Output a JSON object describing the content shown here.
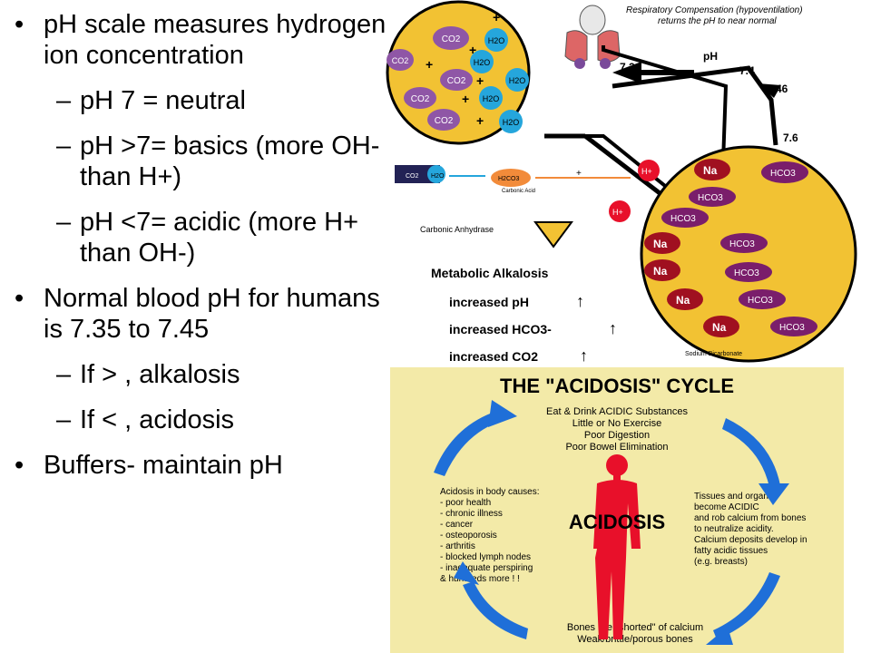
{
  "bullets": {
    "b1": "pH scale measures hydrogen ion concentration",
    "s1": "pH 7 = neutral",
    "s2": "pH >7= basics (more OH- than H+)",
    "s3": "pH <7= acidic (more H+ than OH-)",
    "b2": "Normal blood pH for humans is 7.35 to 7.45",
    "s4": "If > , alkalosis",
    "s5": "If < , acidosis",
    "b3": "Buffers- maintain pH",
    "bullet_glyph": "•",
    "dash_glyph": "–"
  },
  "alkalosis_figure": {
    "respiratory_note_line1": "Respiratory Compensation (hypoventilation)",
    "respiratory_note_line2": "returns the pH to near normal",
    "ph_label": "pH",
    "ph_values": [
      "7.2",
      "7.4",
      "7.46",
      "7.6"
    ],
    "co2": "CO2",
    "h2o": "H2O",
    "plus": "+",
    "h2co3": "H2CO3",
    "carbonic_acid": "Carbonic Acid",
    "carbonic_anhydrase": "Carbonic Anhydrase",
    "h_plus": "H+",
    "na": "Na",
    "hco3": "HCO3",
    "sodium_bicarbonate": "Sodium Bicarbonate",
    "metabolic_title": "Metabolic Alkalosis",
    "increased_ph": "increased pH",
    "increased_hco3": "increased HCO3-",
    "increased_co2": "increased CO2",
    "up_arrow": "↑"
  },
  "acidosis_figure": {
    "title": "THE \"ACIDOSIS\" CYCLE",
    "top_lines": [
      "Eat & Drink ACIDIC Substances",
      "Little or No Exercise",
      "Poor Digestion",
      "Poor Bowel Elimination"
    ],
    "left_lines": [
      "Acidosis in body causes:",
      "- poor health",
      "- chronic illness",
      "- cancer",
      "- osteoporosis",
      "- arthritis",
      "- blocked lymph nodes",
      "- inadequate perspiring",
      "& hundreds more ! !"
    ],
    "right_lines": [
      "Tissues and organs",
      "become ACIDIC",
      "and rob calcium from bones",
      "to neutralize acidity.",
      "Calcium deposits develop in",
      "fatty acidic tissues",
      "(e.g. breasts)"
    ],
    "bottom_lines": [
      "Bones are \"shorted\" of calcium",
      "Weak/brittle/porous bones"
    ],
    "center_label": "ACIDOSIS",
    "colors": {
      "background": "#f3eaa8",
      "arrow_blue": "#1f6fd8",
      "figure_red": "#e8102a"
    }
  }
}
